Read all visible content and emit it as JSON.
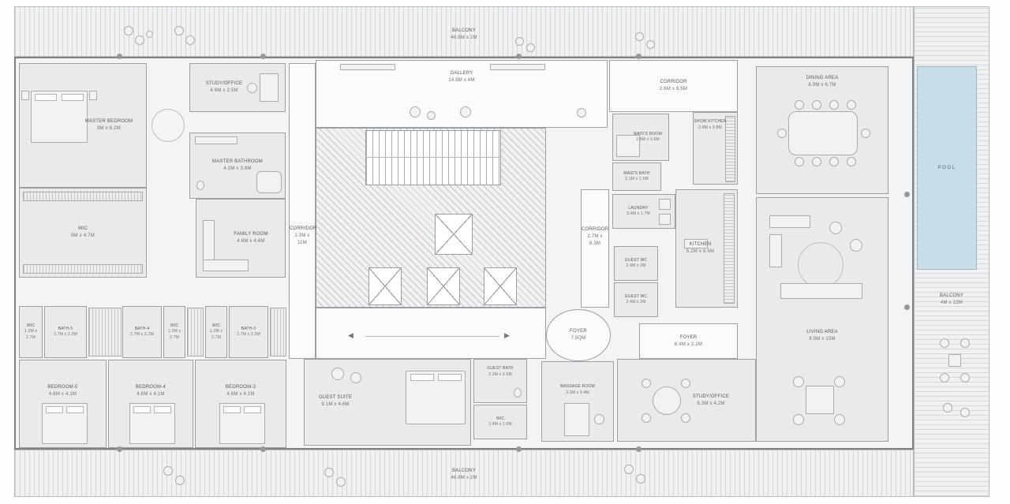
{
  "plan": {
    "balcony_top": {
      "name": "BALCONY",
      "dims": "46.8M x 2M"
    },
    "balcony_bottom": {
      "name": "BALCONY",
      "dims": "46.8M x 2M"
    },
    "balcony_right": {
      "name": "BALCONY",
      "dims": "4M x 22M"
    },
    "pool": {
      "name": "POOL"
    },
    "gallery": {
      "name": "GALLERY",
      "dims": "14.8M x 4M"
    },
    "corridor_top": {
      "name": "CORRIDOR",
      "dims": "2.6M x 6.5M"
    },
    "corridor_left": {
      "name": "CORRIDOR",
      "dims": "1.3M x 11M"
    },
    "corridor_right": {
      "name": "CORRIDOR",
      "dims": "2.7M x 8.3M"
    },
    "dining_area": {
      "name": "DINING AREA",
      "dims": "8.9M x 6.7M"
    },
    "living_area": {
      "name": "LIVING AREA",
      "dims": "8.9M x 13M"
    },
    "study_office_top": {
      "name": "STUDY/OFFICE",
      "dims": "4.6M x 2.5M"
    },
    "master_bedroom": {
      "name": "MASTER BEDROOM",
      "dims": "9M x 6.2M"
    },
    "master_bathroom": {
      "name": "MASTER BATHROOM",
      "dims": "4.2M x 3.6M"
    },
    "master_wic": {
      "name": "WIC",
      "dims": "9M x 4.7M"
    },
    "family_room": {
      "name": "FAMILY ROOM",
      "dims": "4.6M x 4.6M"
    },
    "maids_room": {
      "name": "MAID'S ROOM",
      "dims": "2.8M x 2.6M"
    },
    "maids_bath": {
      "name": "MAID'S BATH",
      "dims": "2.1M x 1.5M"
    },
    "show_kitchen": {
      "name": "SHOW KITCHEN",
      "dims": "2.8M x 3.8M"
    },
    "laundry": {
      "name": "LAUNDRY",
      "dims": "3.4M x 1.7M"
    },
    "kitchen": {
      "name": "KITCHEN",
      "dims": "5.2M x 6.5M"
    },
    "guest_wc_1": {
      "name": "GUEST WC",
      "dims": "2.4M x 2M"
    },
    "guest_wc_2": {
      "name": "GUEST WC",
      "dims": "2.4M x 2M"
    },
    "foyer_center": {
      "name": "FOYER",
      "dims": "7.5QM"
    },
    "foyer_right": {
      "name": "FOYER",
      "dims": "6.4M x 2.2M"
    },
    "wic_5": {
      "name": "WIC",
      "dims": "1.2M x 2.7M"
    },
    "bath_5": {
      "name": "BATH-5",
      "dims": "2.7M x 2.2M"
    },
    "bath_4": {
      "name": "BATH-4",
      "dims": "2.7M x 2.2M"
    },
    "wic_4": {
      "name": "WIC",
      "dims": "1.2M x 2.7M"
    },
    "wic_3": {
      "name": "WIC",
      "dims": "1.2M x 2.7M"
    },
    "bath_3": {
      "name": "BATH-3",
      "dims": "2.7M x 2.2M"
    },
    "bedroom_5": {
      "name": "BEDROOM-5",
      "dims": "4.6M x 4.1M"
    },
    "bedroom_4": {
      "name": "BEDROOM-4",
      "dims": "4.6M x 4.1M"
    },
    "bedroom_3": {
      "name": "BEDROOM-3",
      "dims": "4.6M x 4.1M"
    },
    "guest_suite": {
      "name": "GUEST SUITE",
      "dims": "9.1M x 4.6M"
    },
    "guest_bath": {
      "name": "GUEST BATH",
      "dims": "3.2M x 2.6M"
    },
    "guest_wic": {
      "name": "WIC",
      "dims": "3.4M x 1.6M"
    },
    "massage_room": {
      "name": "MASSAGE ROOM",
      "dims": "3.3M x 3.4M"
    },
    "study_office_bottom": {
      "name": "STUDY/OFFICE",
      "dims": "6.3M x 4.2M"
    }
  },
  "glyphs": {
    "arrow_left": "◀",
    "arrow_right": "▶"
  },
  "colors": {
    "pool": "#c9dde9",
    "room_fill": "#e8eaeb",
    "wall": "#7e8285",
    "deck": "#eff1f2"
  }
}
